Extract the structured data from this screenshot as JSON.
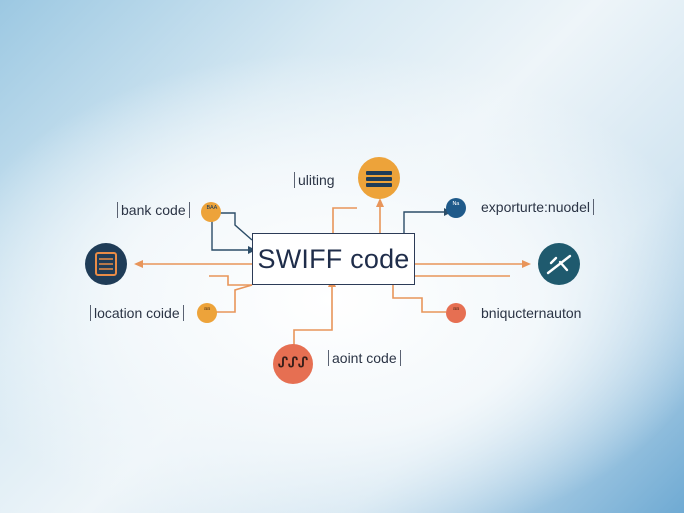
{
  "center": {
    "label": "SWIFF code"
  },
  "labels": {
    "uliting": "uliting",
    "bank_code": "bank code",
    "exporture": "exporturte:nuodel",
    "location_code": "location coide",
    "bniqu": "bniqucternauton",
    "aoint": "aoint code"
  },
  "node_glyphs": {
    "bank_small": "ᴮᴬᴬ",
    "left_big": "≣",
    "right_big": "✈",
    "top_small": "ᴺᵃ",
    "location_small": "ᵃᵃ",
    "bniqu_small": "ᵃᵃ",
    "bottom": "ᔑᔑᔑ"
  },
  "colors": {
    "navy": "#1f3c57",
    "teal": "#1f5a6e",
    "orange": "#e98c47",
    "gold": "#eda33a",
    "coral": "#e66f52",
    "connector_orange": "#e8955a",
    "connector_navy": "#2c4d68"
  }
}
